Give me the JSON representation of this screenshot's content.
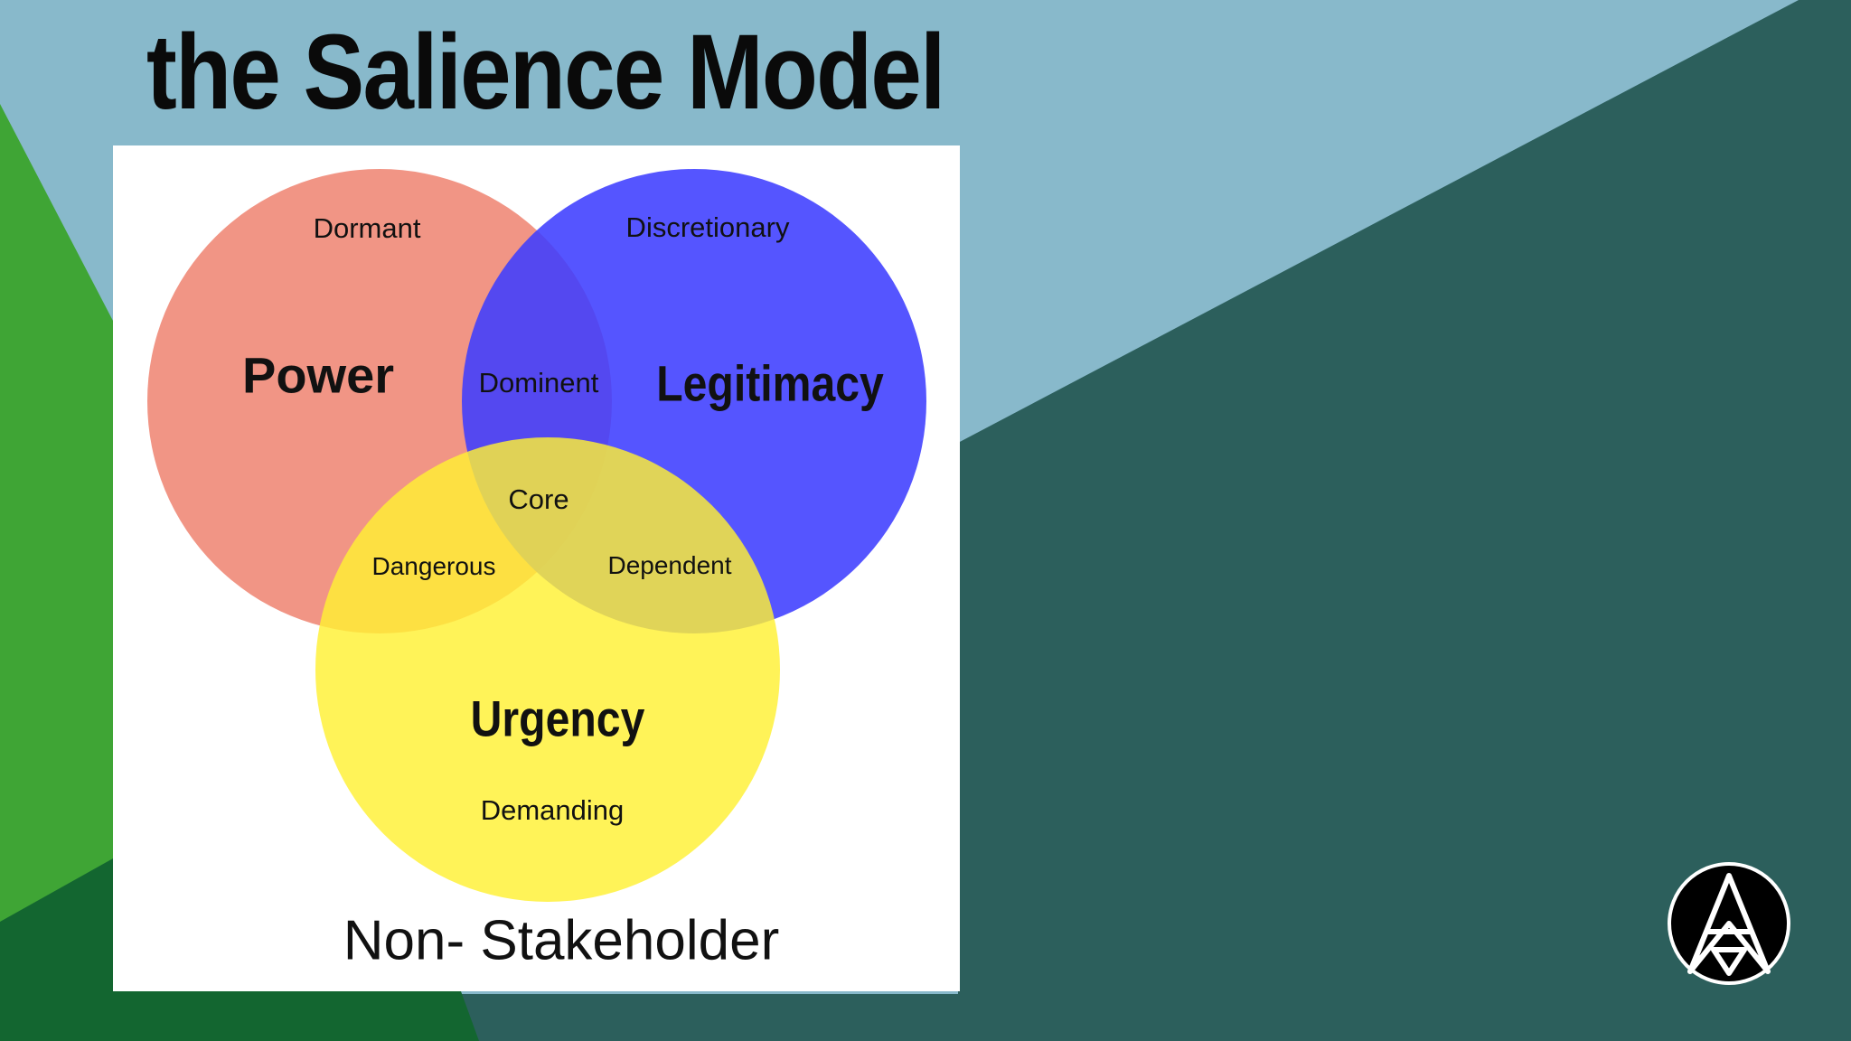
{
  "slide": {
    "title": "the Salience Model"
  },
  "theme": {
    "background_light_blue": "#88b9cb",
    "background_dark_teal": "#2c5f5c",
    "accent_green": "#3fa535",
    "accent_dark_green": "#136630",
    "panel_white": "#ffffff"
  },
  "diagram": {
    "circles": [
      {
        "name": "Power",
        "color": "#ef8a78",
        "opacity": 0.9
      },
      {
        "name": "Legitimacy",
        "color": "#3d3dff",
        "opacity": 0.88
      },
      {
        "name": "Urgency",
        "color": "#fff033",
        "opacity": 0.82
      }
    ],
    "labels": {
      "power": "Power",
      "legitimacy": "Legitimacy",
      "urgency": "Urgency",
      "dormant": "Dormant",
      "discretionary": "Discretionary",
      "dominent": "Dominent",
      "core": "Core",
      "dangerous": "Dangerous",
      "dependent": "Dependent",
      "demanding": "Demanding",
      "non_stakeholder": "Non- Stakeholder"
    }
  },
  "logo": {
    "icon": "letter-a-logo-icon"
  }
}
